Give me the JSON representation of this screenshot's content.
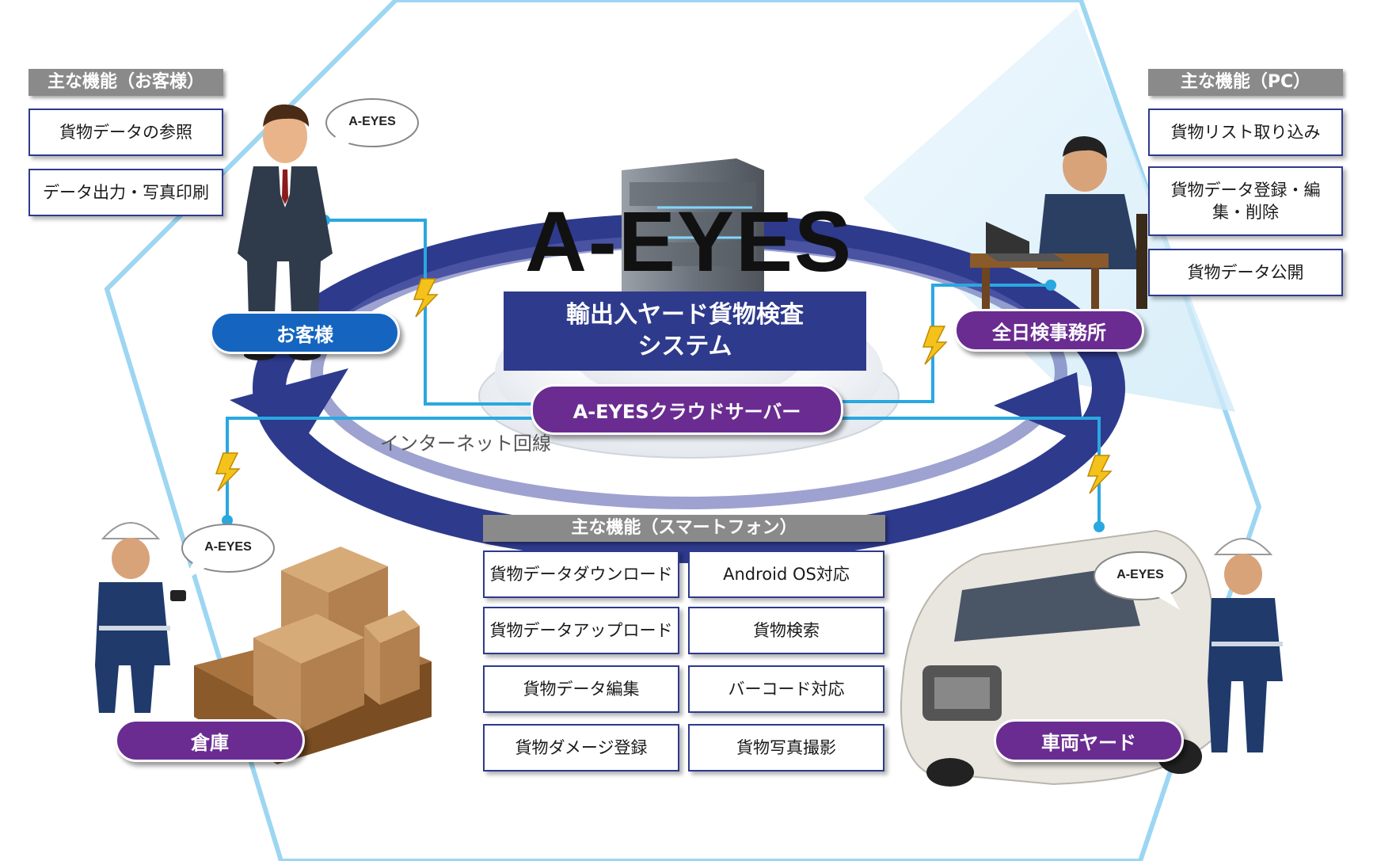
{
  "title": "A-EYES",
  "system_name_line1": "輸出入ヤード貨物検査",
  "system_name_line2": "システム",
  "cloud_server_label": "A-EYESクラウドサーバー",
  "internet_label": "インターネット回線",
  "nodes": {
    "customer": "お客様",
    "office": "全日検事務所",
    "warehouse": "倉庫",
    "vehicle_yard": "車両ヤード"
  },
  "bubbles": {
    "customer": "A-EYES",
    "warehouse": "A-EYES",
    "vehicle": "A-EYES"
  },
  "customer_features": {
    "header": "主な機能（お客様）",
    "items": [
      "貨物データの参照",
      "データ出力・写真印刷"
    ]
  },
  "pc_features": {
    "header": "主な機能（PC）",
    "items": [
      "貨物リスト取り込み",
      "貨物データ登録・編集・削除",
      "貨物データ公開"
    ]
  },
  "smartphone_features": {
    "header": "主な機能（スマートフォン）",
    "items": [
      "貨物データダウンロード",
      "Android OS対応",
      "貨物データアップロード",
      "貨物検索",
      "貨物データ編集",
      "バーコード対応",
      "貨物ダメージ登録",
      "貨物写真撮影"
    ]
  },
  "colors": {
    "navy": "#2e3a8c",
    "purple": "#6a2c91",
    "blue": "#1565c0",
    "line": "#29a8e0",
    "header_gray": "#8a8a8a"
  }
}
